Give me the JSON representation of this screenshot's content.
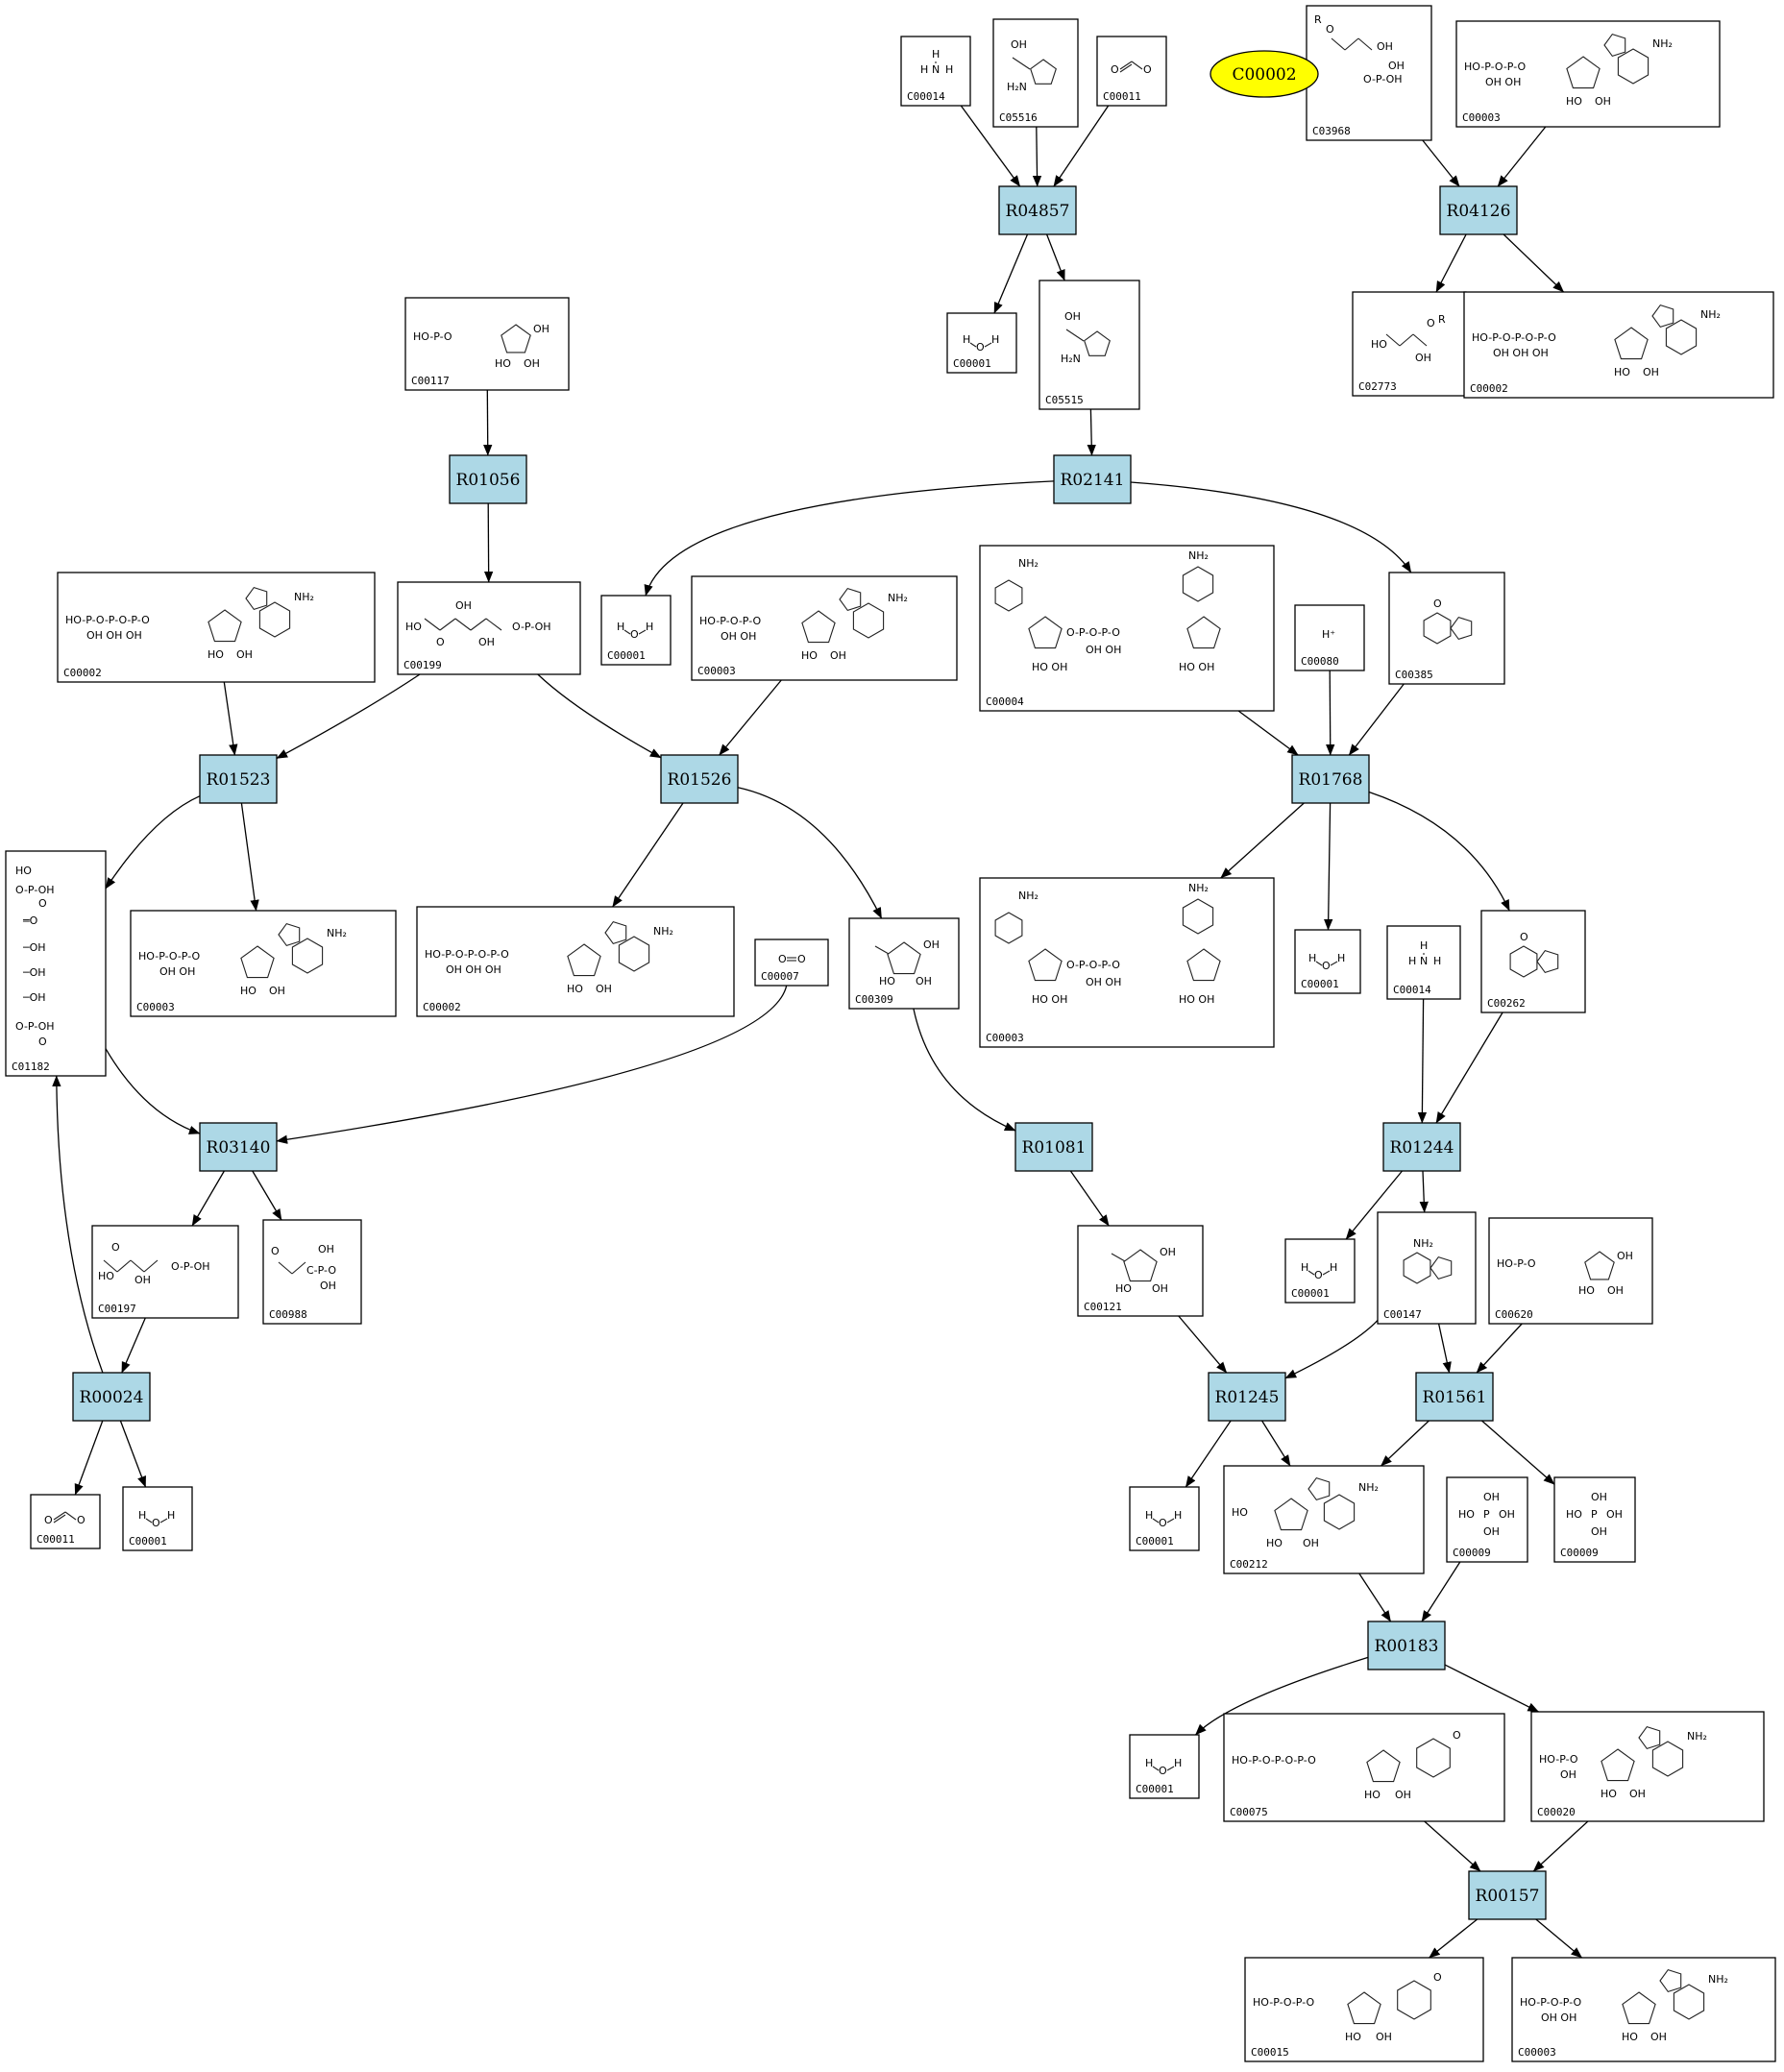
{
  "diagram": {
    "highlight": {
      "id": "C00002",
      "fill": "#ffff00"
    },
    "colors": {
      "reaction_fill": "#add8e6",
      "compound_fill": "#ffffff",
      "edge": "#000000"
    },
    "reactions": [
      {
        "id": "R04857"
      },
      {
        "id": "R04126"
      },
      {
        "id": "R01056"
      },
      {
        "id": "R02141"
      },
      {
        "id": "R01523"
      },
      {
        "id": "R01526"
      },
      {
        "id": "R01768"
      },
      {
        "id": "R03140"
      },
      {
        "id": "R01081"
      },
      {
        "id": "R01244"
      },
      {
        "id": "R00024"
      },
      {
        "id": "R01245"
      },
      {
        "id": "R01561"
      },
      {
        "id": "R00183"
      },
      {
        "id": "R00157"
      }
    ],
    "compounds": [
      {
        "id": "C00014",
        "glyph": "amine"
      },
      {
        "id": "C05516",
        "glyph": "imidazole"
      },
      {
        "id": "C00011",
        "glyph": "co2"
      },
      {
        "id": "C03968",
        "glyph": "glycerophosphate"
      },
      {
        "id": "C00003",
        "glyph": "nucleotide-2p"
      },
      {
        "id": "C00001",
        "glyph": "water"
      },
      {
        "id": "C05515",
        "glyph": "imidazole"
      },
      {
        "id": "C02773",
        "glyph": "glycerol"
      },
      {
        "id": "C00002",
        "glyph": "nucleotide-3p"
      },
      {
        "id": "C00117",
        "glyph": "ribose-phosphate"
      },
      {
        "id": "C00001",
        "glyph": "water"
      },
      {
        "id": "C00002",
        "glyph": "nucleotide-3p"
      },
      {
        "id": "C00199",
        "glyph": "sugar-phosphate"
      },
      {
        "id": "C00003",
        "glyph": "nucleotide-2p"
      },
      {
        "id": "C00004",
        "glyph": "dinucleotide"
      },
      {
        "id": "C00080",
        "glyph": "proton"
      },
      {
        "id": "C00385",
        "glyph": "purine"
      },
      {
        "id": "C01182",
        "glyph": "bisphosphate"
      },
      {
        "id": "C00003",
        "glyph": "nucleotide-2p"
      },
      {
        "id": "C00002",
        "glyph": "nucleotide-3p"
      },
      {
        "id": "C00007",
        "glyph": "o2"
      },
      {
        "id": "C00309",
        "glyph": "furanose"
      },
      {
        "id": "C00003",
        "glyph": "dinucleotide"
      },
      {
        "id": "C00001",
        "glyph": "water"
      },
      {
        "id": "C00014",
        "glyph": "amine"
      },
      {
        "id": "C00262",
        "glyph": "purine"
      },
      {
        "id": "C00197",
        "glyph": "phosphoglycerate"
      },
      {
        "id": "C00988",
        "glyph": "phosphoglycolate"
      },
      {
        "id": "C00121",
        "glyph": "furanose"
      },
      {
        "id": "C00001",
        "glyph": "water"
      },
      {
        "id": "C00147",
        "glyph": "adenine"
      },
      {
        "id": "C00620",
        "glyph": "ribose-phosphate"
      },
      {
        "id": "C00011",
        "glyph": "co2"
      },
      {
        "id": "C00001",
        "glyph": "water"
      },
      {
        "id": "C00001",
        "glyph": "water"
      },
      {
        "id": "C00212",
        "glyph": "nucleoside"
      },
      {
        "id": "C00009",
        "glyph": "phosphate"
      },
      {
        "id": "C00009",
        "glyph": "phosphate"
      },
      {
        "id": "C00001",
        "glyph": "water"
      },
      {
        "id": "C00075",
        "glyph": "pyrimidine-3p"
      },
      {
        "id": "C00020",
        "glyph": "nucleotide-1p"
      },
      {
        "id": "C00015",
        "glyph": "pyrimidine-2p"
      },
      {
        "id": "C00003",
        "glyph": "nucleotide-2p"
      }
    ]
  }
}
